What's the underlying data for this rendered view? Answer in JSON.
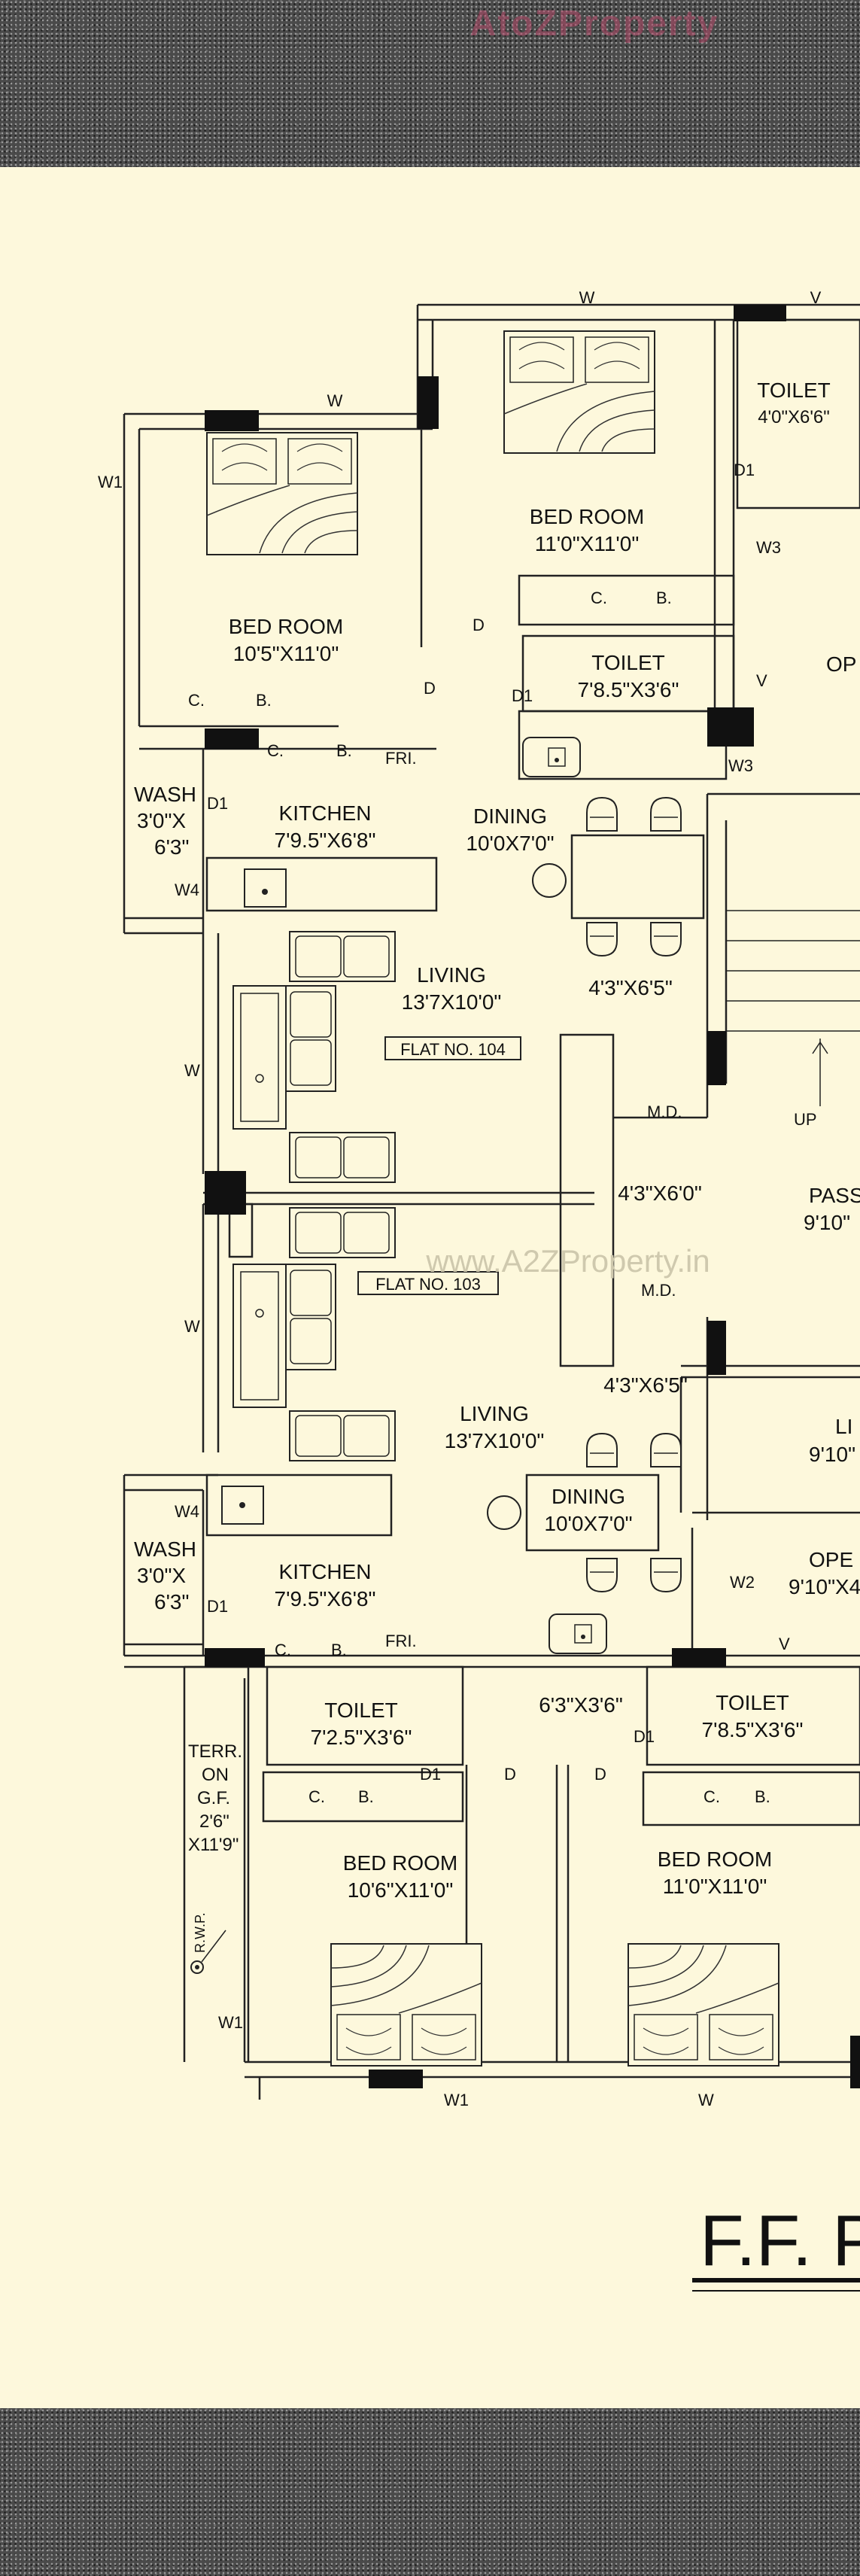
{
  "logo_text": "AtoZProperty",
  "watermark": "www.A2ZProperty.in",
  "title": "F.F. P",
  "flats": {
    "flat_104": "FLAT NO. 104",
    "flat_103": "FLAT NO. 103"
  },
  "rooms": {
    "bed_top": {
      "name": "BED ROOM",
      "size": "11'0\"X11'0\""
    },
    "bed_top_left": {
      "name": "BED ROOM",
      "size": "10'5\"X11'0\""
    },
    "toilet_top_right": {
      "name": "TOILET",
      "size": "4'0\"X6'6\""
    },
    "toilet_top_mid": {
      "name": "TOILET",
      "size": "7'8.5\"X3'6\""
    },
    "open_top": {
      "name": "OP"
    },
    "wash_top": {
      "line1": "WASH",
      "line2": "3'0\"X",
      "line3": "6'3\""
    },
    "kitchen_top": {
      "name": "KITCHEN",
      "size": "7'9.5\"X6'8\""
    },
    "dining_top": {
      "name": "DINING",
      "size": "10'0X7'0\""
    },
    "dims_top": "4'3\"X6'5\"",
    "living_top": {
      "name": "LIVING",
      "size": "13'7X10'0\""
    },
    "lobby_dim": "4'3\"X6'0\"",
    "passage": {
      "name": "PASS",
      "size": "9'10\""
    },
    "dims_bottom": "4'3\"X6'5\"",
    "living_bottom": {
      "name": "LIVING",
      "size": "13'7X10'0\""
    },
    "living_right": {
      "name": "LI",
      "size": "9'10\""
    },
    "dining_bottom": {
      "name": "DINING",
      "size": "10'0X7'0\""
    },
    "open_bottom": {
      "name": "OPE",
      "size": "9'10\"X4"
    },
    "wash_bottom": {
      "line1": "WASH",
      "line2": "3'0\"X",
      "line3": "6'3\""
    },
    "kitchen_bottom": {
      "name": "KITCHEN",
      "size": "7'9.5\"X6'8\""
    },
    "toilet_bottom_left": {
      "name": "TOILET",
      "size": "7'2.5\"X3'6\""
    },
    "mid_dim": "6'3\"X3'6\"",
    "toilet_bottom_right": {
      "name": "TOILET",
      "size": "7'8.5\"X3'6\""
    },
    "terrace": {
      "line1": "TERR.",
      "line2": "ON",
      "line3": "G.F.",
      "line4": "2'6\"",
      "line5": "X11'9\""
    },
    "rwp": "R.W.P.",
    "bed_bottom_left": {
      "name": "BED ROOM",
      "size": "10'6\"X11'0\""
    },
    "bed_bottom_right": {
      "name": "BED ROOM",
      "size": "11'0\"X11'0\""
    }
  },
  "labels": {
    "w": "W",
    "w1": "W1",
    "w2": "W2",
    "w3": "W3",
    "w4": "W4",
    "v": "V",
    "d": "D",
    "d1": "D1",
    "md": "M.D.",
    "up": "UP",
    "cb": "C.",
    "b": "B.",
    "fri": "FRI."
  }
}
